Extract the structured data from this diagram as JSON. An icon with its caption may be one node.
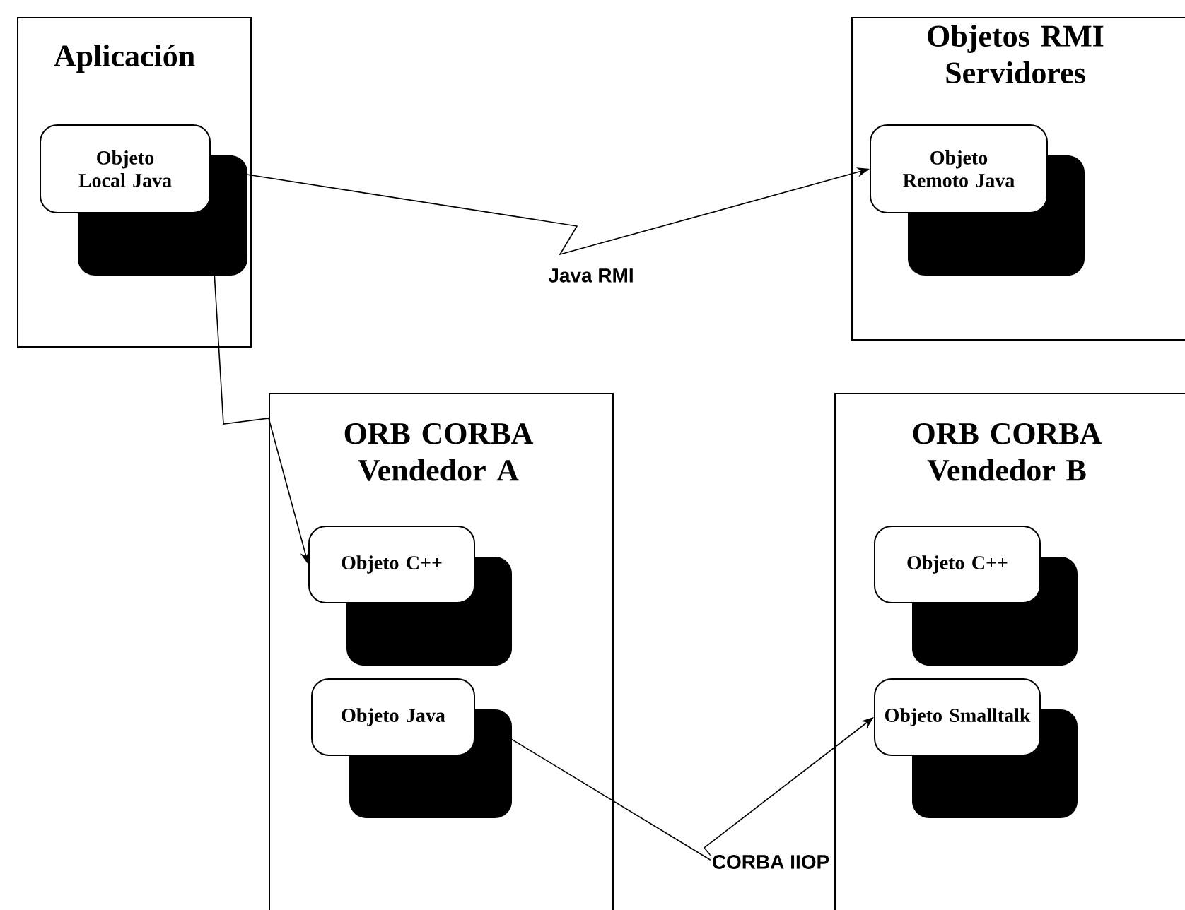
{
  "diagram": {
    "nodes": [
      {
        "text": [
          "Aplicación"
        ]
      },
      {
        "text": [
          "Objeto Local Java"
        ],
        "in": 0
      },
      {
        "text": [
          "Objetos RMI Servidores"
        ]
      },
      {
        "text": [
          "Objeto Remoto Java"
        ],
        "in": 2
      },
      {
        "text": [
          "ORB CORBA Vendedor A"
        ]
      },
      {
        "text": [
          "Objeto C++"
        ],
        "in": 4
      },
      {
        "text": [
          "Objeto Java"
        ],
        "in": 4
      },
      {
        "text": [
          "ORB CORBA Vendedor B"
        ]
      },
      {
        "text": [
          "Objeto C++"
        ],
        "in": 7
      },
      {
        "text": [
          "Objeto Smalltalk"
        ],
        "in": 7
      }
    ],
    "edges": [
      {
        "from": 1,
        "to": 3,
        "arrow": "to",
        "label": "Java RMI"
      },
      {
        "from": 1,
        "to": 5,
        "arrow": "to"
      },
      {
        "from": 6,
        "to": 9,
        "arrow": "to",
        "label": "CORBA IIOP"
      }
    ]
  }
}
